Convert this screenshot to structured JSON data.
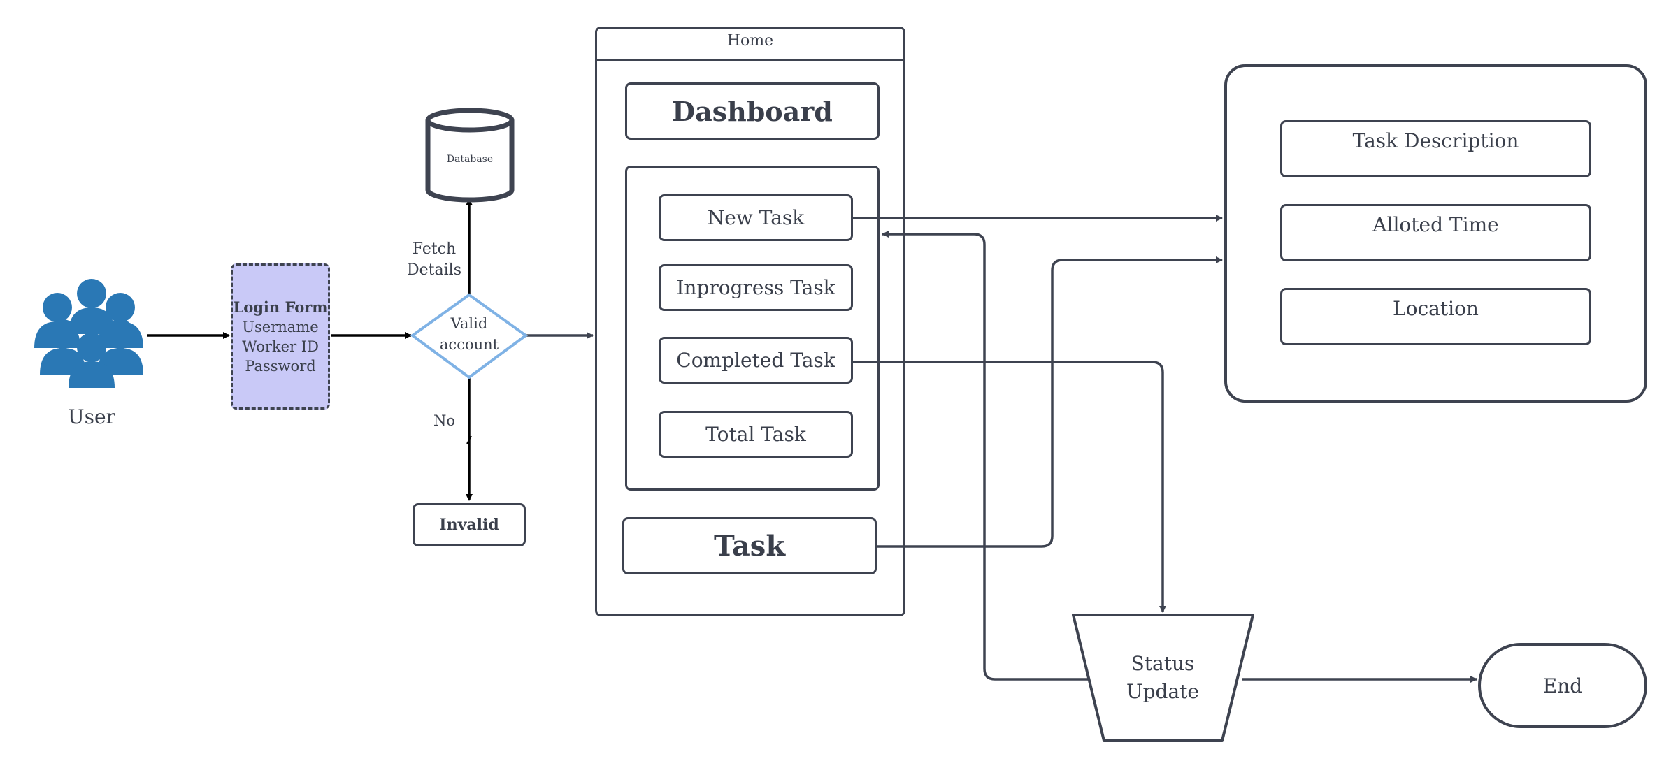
{
  "user": {
    "label": "User",
    "icon": "users-group-icon"
  },
  "login_form": {
    "title": "Login Form",
    "fields": [
      "Username",
      "Worker ID",
      "Password"
    ]
  },
  "database": {
    "label": "Database"
  },
  "decision": {
    "label_line1": "Valid",
    "label_line2": "account"
  },
  "edge_labels": {
    "fetch_line1": "Fetch",
    "fetch_line2": "Details",
    "no": "No"
  },
  "invalid": {
    "label": "Invalid"
  },
  "home": {
    "title": "Home",
    "dashboard": "Dashboard",
    "tasks": [
      "New Task",
      "Inprogress Task",
      "Completed Task",
      "Total Task"
    ],
    "task_button": "Task"
  },
  "task_details": {
    "items": [
      "Task Description",
      "Alloted Time",
      "Location"
    ]
  },
  "status_update": {
    "line1": "Status",
    "line2": "Update"
  },
  "end": {
    "label": "End"
  },
  "colors": {
    "stroke": "#3e4350",
    "login_fill": "#c9c9f7",
    "decision_stroke": "#7fb2e5",
    "user_icon": "#2a78b5"
  }
}
